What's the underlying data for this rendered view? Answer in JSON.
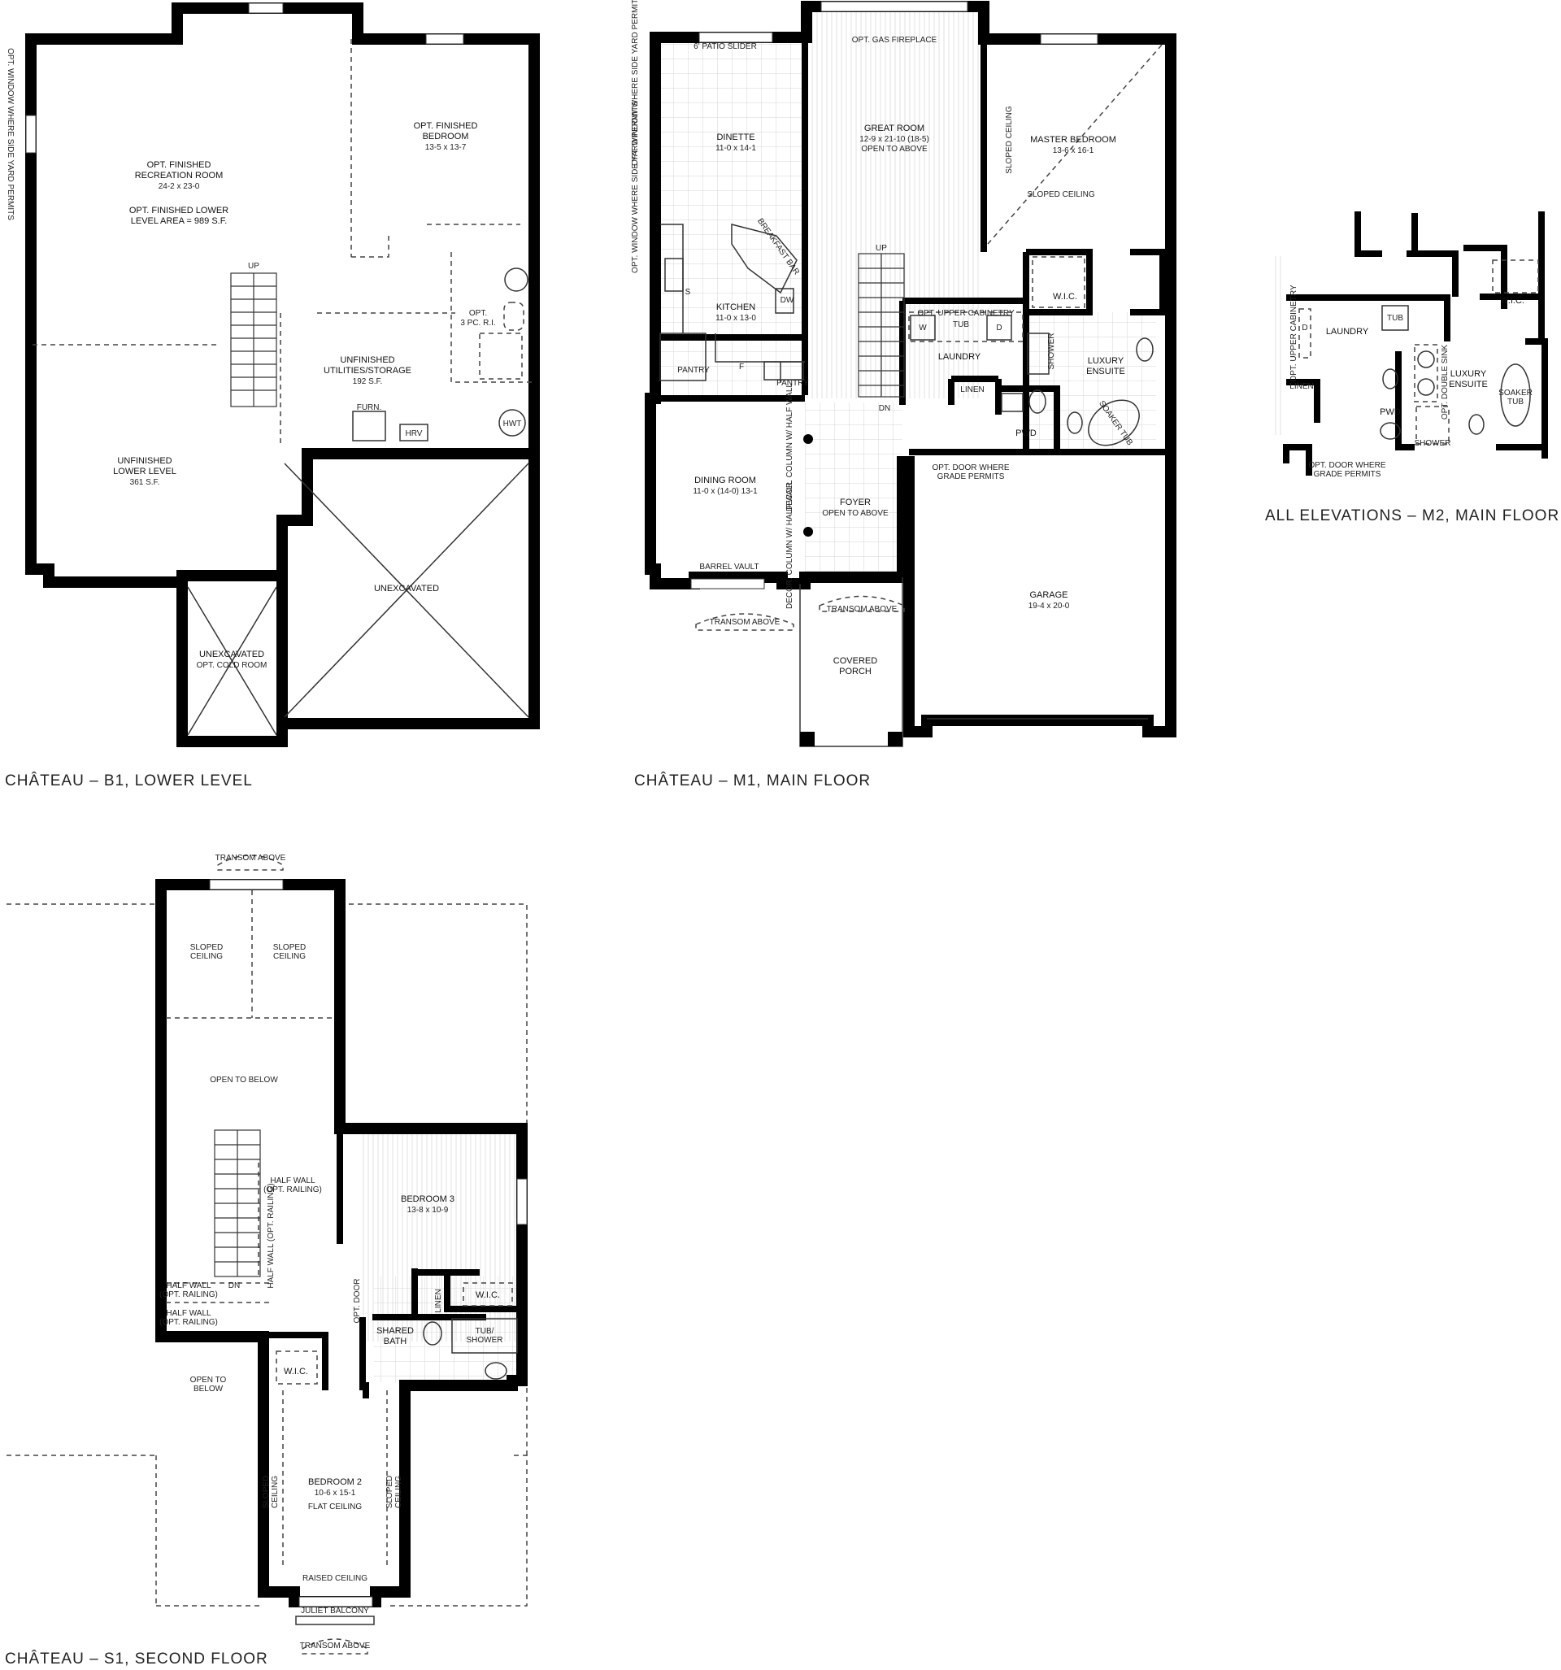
{
  "captions": {
    "lower": "CHÂTEAU – B1, LOWER LEVEL",
    "main": "CHÂTEAU – M1, MAIN FLOOR",
    "second": "CHÂTEAU – S1, SECOND FLOOR",
    "alt": "ALL ELEVATIONS – M2, MAIN FLOOR"
  },
  "lower": {
    "side_window": "OPT. WINDOW WHERE SIDE YARD PERMITS",
    "rec_title": "OPT. FINISHED",
    "rec_title2": "RECREATION ROOM",
    "rec_dim": "24-2 x 23-0",
    "area1": "OPT. FINISHED LOWER",
    "area2": "LEVEL AREA = 989 S.F.",
    "bed_title": "OPT. FINISHED",
    "bed_title2": "BEDROOM",
    "bed_dim": "13-5 x 13-7",
    "up": "UP",
    "pc_1": "OPT.",
    "pc_2": "3 PC. R.I.",
    "util_1": "UNFINISHED",
    "util_2": "UTILITIES/STORAGE",
    "util_3": "192 S.F.",
    "furn": "FURN.",
    "hrv": "HRV",
    "hwt": "HWT",
    "unf_1": "UNFINISHED",
    "unf_2": "LOWER LEVEL",
    "unf_3": "361 S.F.",
    "unex": "UNEXCAVATED",
    "cold_1": "UNEXCAVATED",
    "cold_2": "OPT. COLD ROOM"
  },
  "main": {
    "patio": "6' PATIO SLIDER",
    "fireplace": "OPT. GAS FIREPLACE",
    "side_window1": "OPT. WINDOW WHERE SIDE YARD PERMITS",
    "side_window2": "OPT. WINDOW WHERE SIDE YARD PERMITS",
    "dinette": "DINETTE",
    "dinette_dim": "11-0 x 14-1",
    "great": "GREAT ROOM",
    "great_dim": "12-9 x 21-10 (18-5)",
    "great_open": "OPEN TO ABOVE",
    "master": "MASTER BEDROOM",
    "master_dim": "13-6 x 16-1",
    "sloped1": "SLOPED CEILING",
    "sloped2": "SLOPED CEILING",
    "breakfast": "BREAKFAST BAR",
    "kitchen": "KITCHEN",
    "kitchen_dim": "11-0 x 13-0",
    "dw": "DW",
    "s": "S",
    "pantry1": "PANTRY",
    "pantry2": "PANTRY",
    "f": "F",
    "up": "UP",
    "dn": "DN",
    "wic": "W.I.C.",
    "upper_cab": "OPT. UPPER CABINETRY",
    "w": "W",
    "tub": "TUB",
    "d": "D",
    "laundry": "LAUNDRY",
    "shower": "SHOWER",
    "luxury1": "LUXURY",
    "luxury2": "ENSUITE",
    "linen": "LINEN",
    "soaker": "SOAKER TUB",
    "pwd": "PWD",
    "col1": "DECOR. COLUMN W/ HALF WALL",
    "col2": "DECOR. COLUMN W/ HALF WALL",
    "dining": "DINING ROOM",
    "dining_dim": "11-0 x (14-0) 13-1",
    "barrel": "BARREL VAULT",
    "transom1": "TRANSOM ABOVE",
    "foyer": "FOYER",
    "foyer_open": "OPEN TO ABOVE",
    "transom2": "TRANSOM ABOVE",
    "door_grade1": "OPT. DOOR WHERE",
    "door_grade2": "GRADE PERMITS",
    "garage": "GARAGE",
    "garage_dim": "19-4 x 20-0",
    "porch1": "COVERED",
    "porch2": "PORCH"
  },
  "alt": {
    "laundry": "LAUNDRY",
    "tub": "TUB",
    "upper_cab": "OPT. UPPER CABINETRY",
    "d": "D",
    "linen": "LINEN",
    "pwd": "PWD",
    "double_sink": "OPT. DOUBLE SINK",
    "wic": "W.I.C.",
    "luxury1": "LUXURY",
    "luxury2": "ENSUITE",
    "soaker1": "SOAKER",
    "soaker2": "TUB",
    "shower": "SHOWER",
    "door1": "OPT. DOOR WHERE",
    "door2": "GRADE PERMITS"
  },
  "second": {
    "transom_top": "TRANSOM ABOVE",
    "sloped1a": "SLOPED",
    "sloped1b": "CEILING",
    "sloped2a": "SLOPED",
    "sloped2b": "CEILING",
    "open_below": "OPEN TO BELOW",
    "half_wall1a": "HALF WALL",
    "half_wall1b": "(OPT. RAILING)",
    "half_wall_v": "HALF WALL (OPT. RAILING)",
    "dn": "DN",
    "bed3": "BEDROOM 3",
    "bed3_dim": "13-8 x 10-9",
    "half_wall2a": "HALF WALL",
    "half_wall2b": "(OPT. RAILING)",
    "half_wall3a": "HALF WALL",
    "half_wall3b": "(OPT. RAILING)",
    "opt_door": "OPT. DOOR",
    "linen": "LINEN",
    "wic1": "W.I.C.",
    "shared1": "SHARED",
    "shared2": "BATH",
    "tub1": "TUB/",
    "tub2": "SHOWER",
    "wic2": "W.I.C.",
    "open2a": "OPEN TO",
    "open2b": "BELOW",
    "sloped3a": "SLOPED",
    "sloped3b": "CEILING",
    "sloped4a": "SLOPED",
    "sloped4b": "CEILING",
    "bed2": "BEDROOM 2",
    "bed2_dim": "10-6 x 15-1",
    "flat": "FLAT CEILING",
    "raised": "RAISED CEILING",
    "juliet": "JULIET BALCONY",
    "transom_bottom": "TRANSOM ABOVE"
  }
}
